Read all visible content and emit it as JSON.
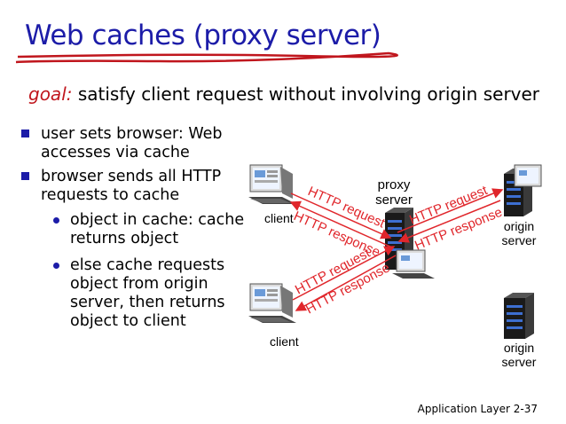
{
  "slide": {
    "title": "Web caches (proxy server)",
    "goal_label": "goal:",
    "goal_text": "satisfy client request without involving origin server",
    "bullets": [
      {
        "lines": [
          "user sets browser: Web",
          "accesses via  cache"
        ]
      },
      {
        "lines": [
          "browser sends all HTTP",
          "requests to cache"
        ]
      }
    ],
    "sub_bullets": [
      {
        "lines": [
          "object in cache: cache",
          "returns object"
        ]
      },
      {
        "lines": [
          "else cache requests",
          "object from origin",
          "server, then returns",
          "object to client"
        ]
      }
    ],
    "footer": "Application Layer 2-37"
  },
  "diagram": {
    "proxy_label_1": "proxy",
    "proxy_label_2": "server",
    "client_top_label": "client",
    "client_bottom_label": "client",
    "origin_top_label_1": "origin",
    "origin_top_label_2": "server",
    "origin_bottom_label_1": "origin",
    "origin_bottom_label_2": "server",
    "arrow_labels": {
      "client1_request": "HTTP request",
      "client1_response": "HTTP response",
      "client2_request": "HTTP request",
      "client2_response": "HTTP response",
      "origin_request": "HTTP request",
      "origin_response": "HTTP response"
    },
    "colors": {
      "arrow": "#e0262b",
      "title": "#1c1ca8",
      "goal_label": "#c0161d"
    }
  }
}
